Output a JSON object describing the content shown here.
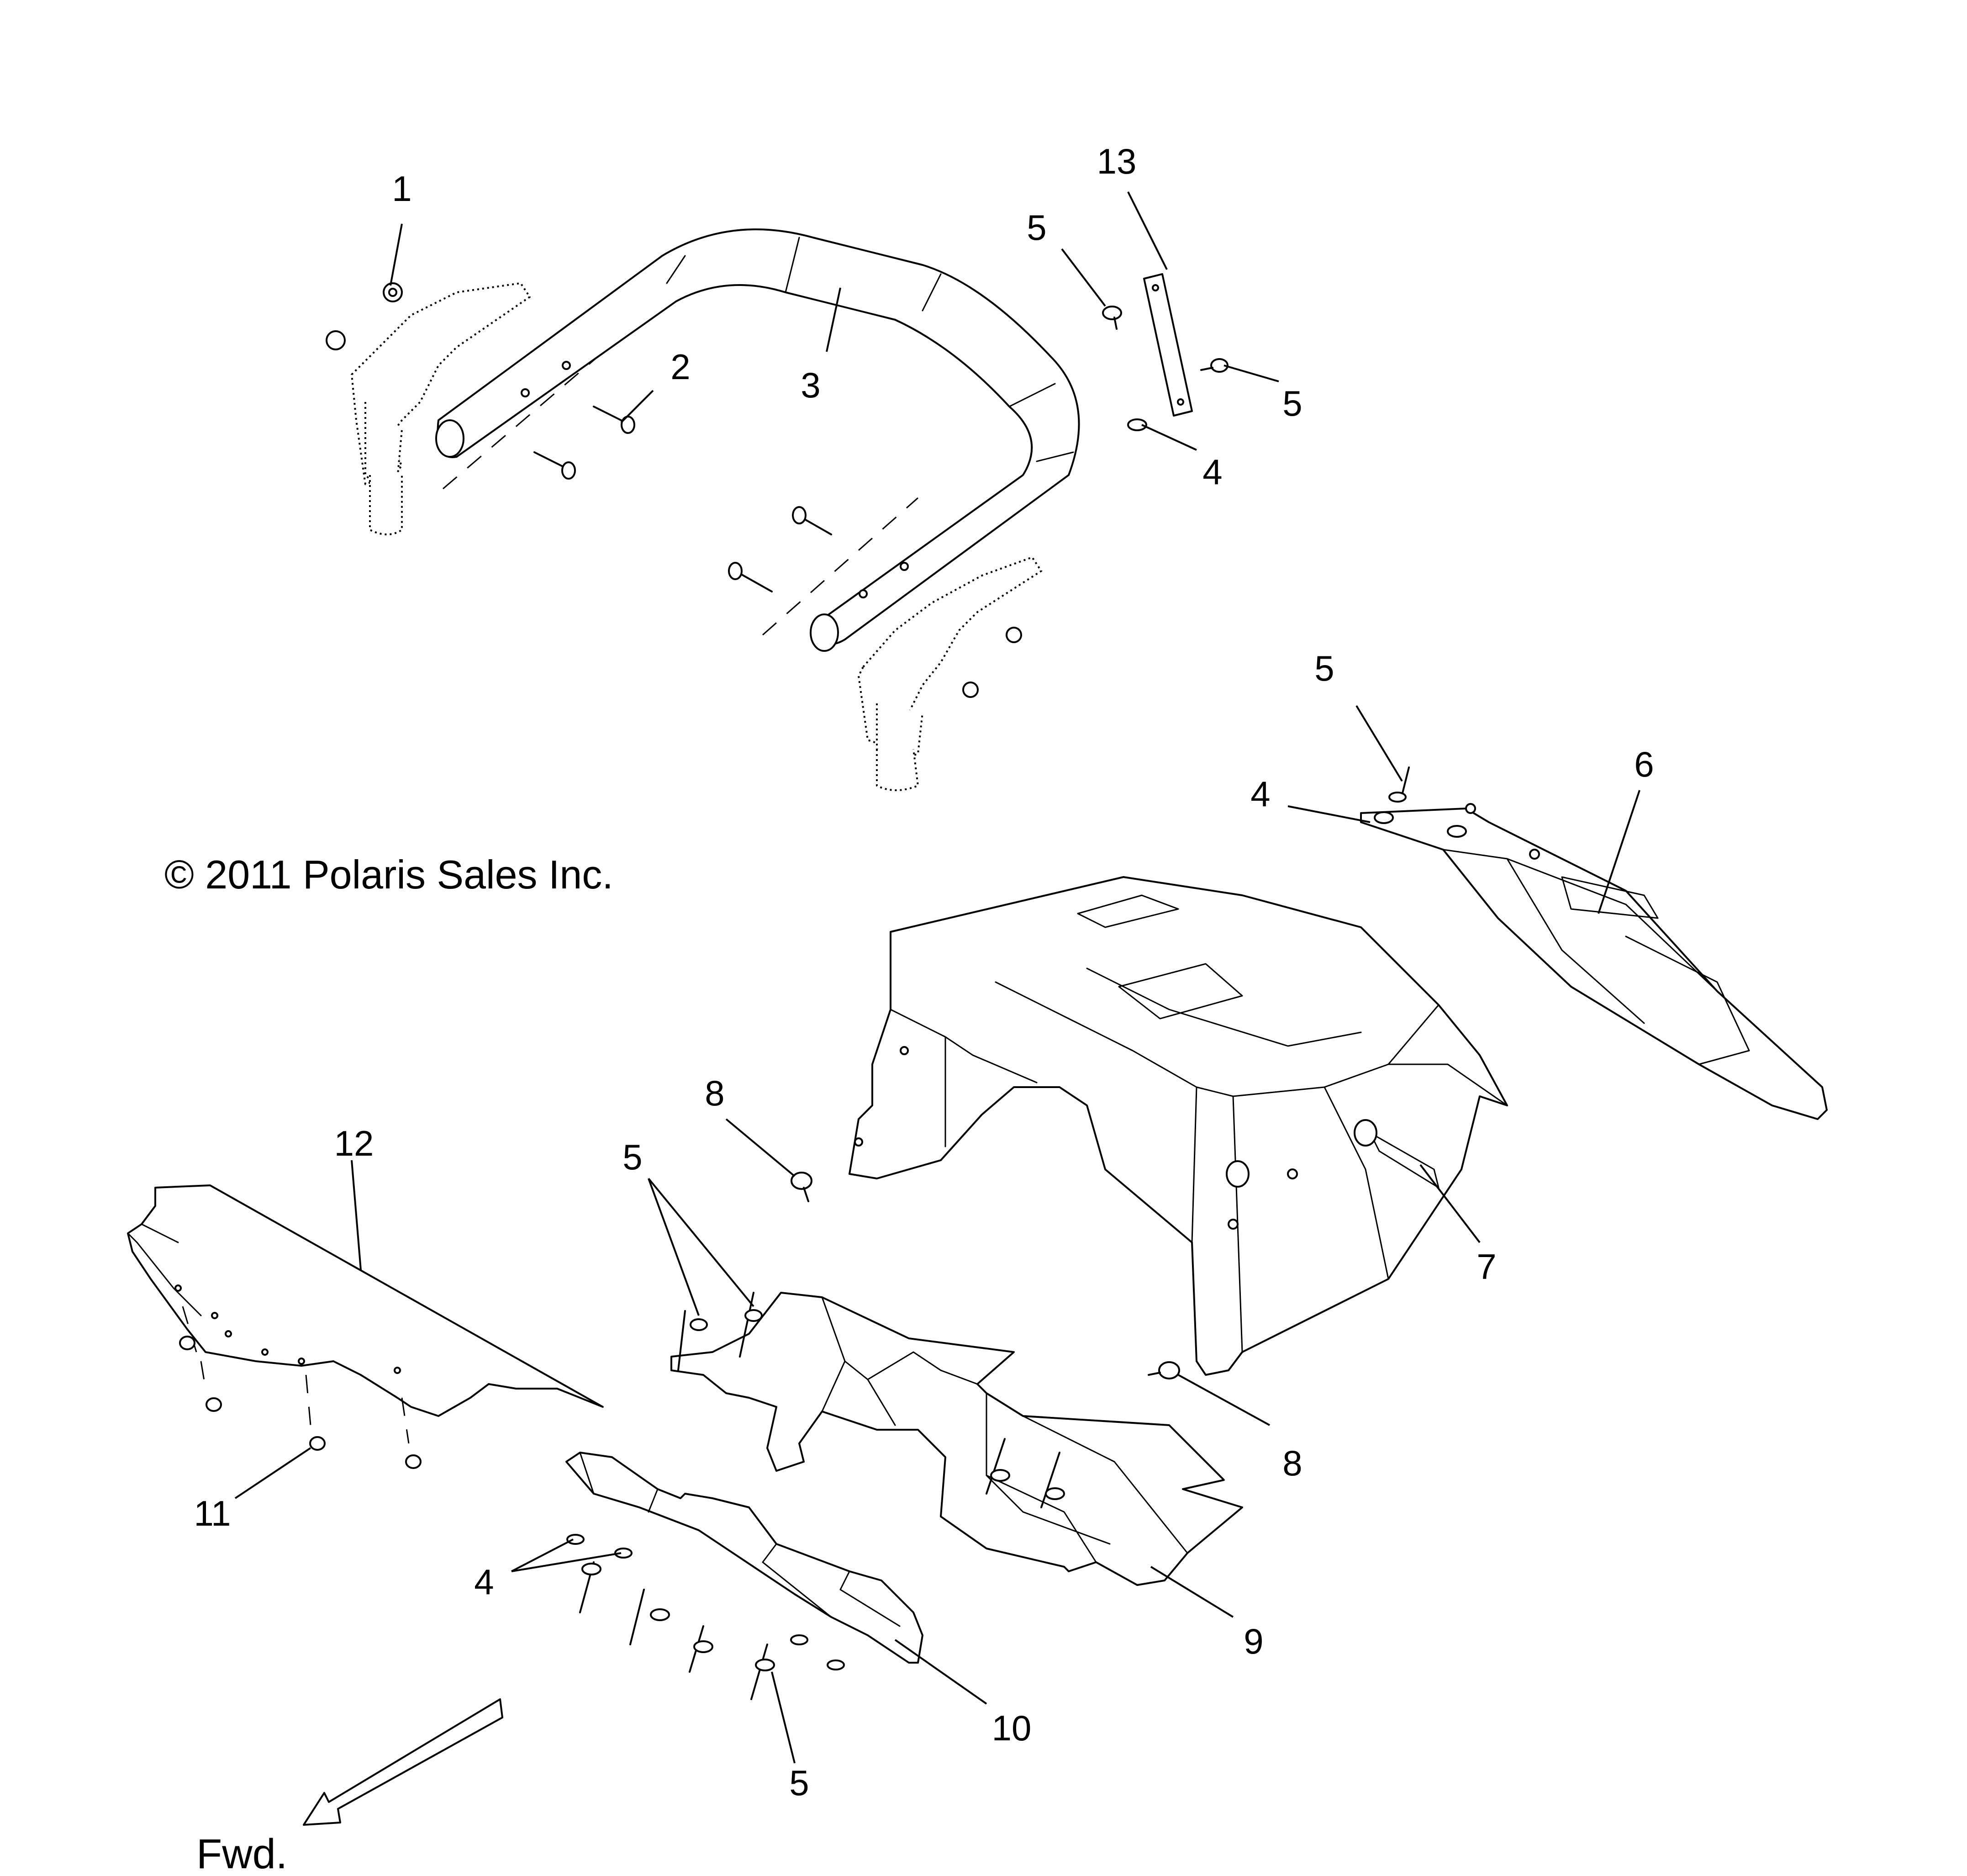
{
  "diagram": {
    "copyright": "© 2011 Polaris Sales Inc.",
    "direction_label": "Fwd.",
    "callouts": [
      {
        "id": "c1",
        "label": "1"
      },
      {
        "id": "c2",
        "label": "2"
      },
      {
        "id": "c3",
        "label": "3"
      },
      {
        "id": "c4a",
        "label": "4"
      },
      {
        "id": "c4b",
        "label": "4"
      },
      {
        "id": "c4c",
        "label": "4"
      },
      {
        "id": "c5a",
        "label": "5"
      },
      {
        "id": "c5b",
        "label": "5"
      },
      {
        "id": "c5c",
        "label": "5"
      },
      {
        "id": "c5d",
        "label": "5"
      },
      {
        "id": "c5e",
        "label": "5"
      },
      {
        "id": "c6",
        "label": "6"
      },
      {
        "id": "c7",
        "label": "7"
      },
      {
        "id": "c8a",
        "label": "8"
      },
      {
        "id": "c8b",
        "label": "8"
      },
      {
        "id": "c9",
        "label": "9"
      },
      {
        "id": "c10",
        "label": "10"
      },
      {
        "id": "c11",
        "label": "11"
      },
      {
        "id": "c12",
        "label": "12"
      },
      {
        "id": "c13",
        "label": "13"
      }
    ]
  }
}
